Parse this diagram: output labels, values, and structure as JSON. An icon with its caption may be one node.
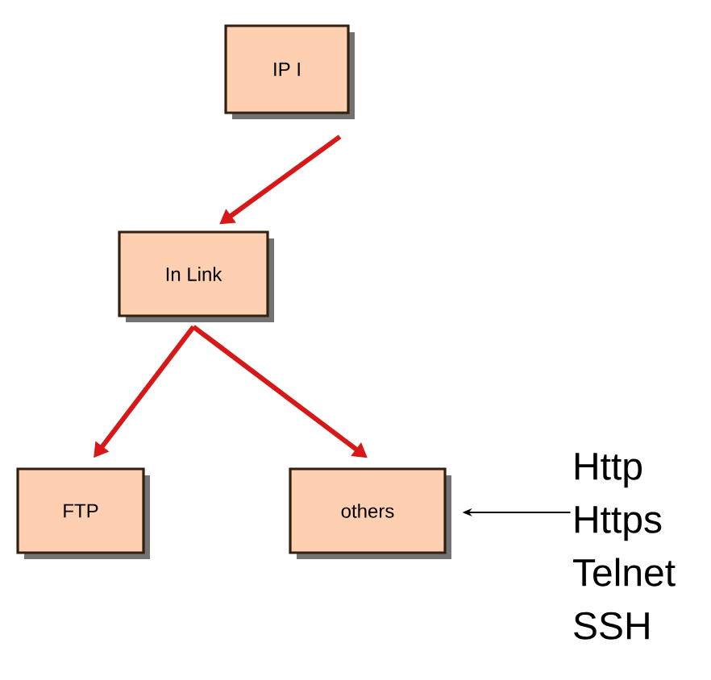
{
  "diagram": {
    "nodes": [
      {
        "text": [
          "IP I"
        ]
      },
      {
        "text": [
          "In Link"
        ]
      },
      {
        "text": [
          "FTP"
        ]
      },
      {
        "text": [
          "others"
        ]
      },
      {
        "text": [
          "Http",
          "Https",
          "Telnet",
          "SSH"
        ]
      }
    ],
    "edges": [
      {
        "from": 0,
        "to": 1,
        "arrow": "to"
      },
      {
        "from": 1,
        "to": 2,
        "arrow": "to"
      },
      {
        "from": 1,
        "to": 3,
        "arrow": "to"
      },
      {
        "from": 4,
        "to": 3,
        "arrow": "to",
        "color": "#000000"
      }
    ]
  }
}
